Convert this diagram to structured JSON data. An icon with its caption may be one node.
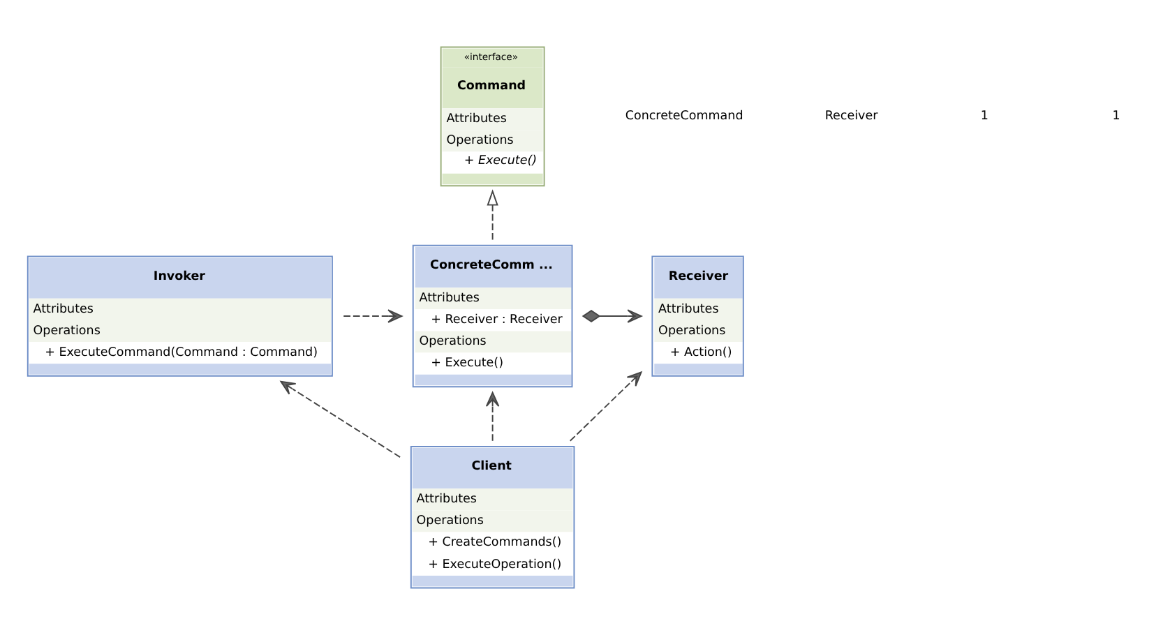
{
  "diagram": {
    "nodes": [
      {
        "text": [
          "«interface»",
          "Command",
          "Attributes",
          "Operations",
          "+ Execute()"
        ]
      },
      {
        "text": [
          "Invoker",
          "Attributes",
          "Operations",
          "+ ExecuteCommand(Command : Command)"
        ]
      },
      {
        "text": [
          "ConcreteComm ...",
          "Attributes",
          "+ Receiver : Receiver",
          "Operations",
          "+ Execute()"
        ]
      },
      {
        "text": [
          "Receiver",
          "Attributes",
          "Operations",
          "+ Action()"
        ]
      },
      {
        "text": [
          "Client",
          "Attributes",
          "Operations",
          "+ CreateCommands()",
          "+ ExecuteOperation()"
        ]
      }
    ],
    "edges": [
      {
        "from": 2,
        "to": 0,
        "arrow": "to",
        "style": "dashed"
      },
      {
        "from": 1,
        "to": 2,
        "arrow": "to",
        "style": "dashed"
      },
      {
        "from": 2,
        "to": 3,
        "arrow": "to"
      },
      {
        "from": 4,
        "to": 2,
        "arrow": "to",
        "style": "dashed"
      },
      {
        "from": 4,
        "to": 1,
        "arrow": "to",
        "style": "dashed"
      },
      {
        "from": 4,
        "to": 3,
        "arrow": "to",
        "style": "dashed"
      }
    ],
    "labels": [
      "ConcreteCommand",
      "Receiver",
      "1",
      "1"
    ]
  }
}
